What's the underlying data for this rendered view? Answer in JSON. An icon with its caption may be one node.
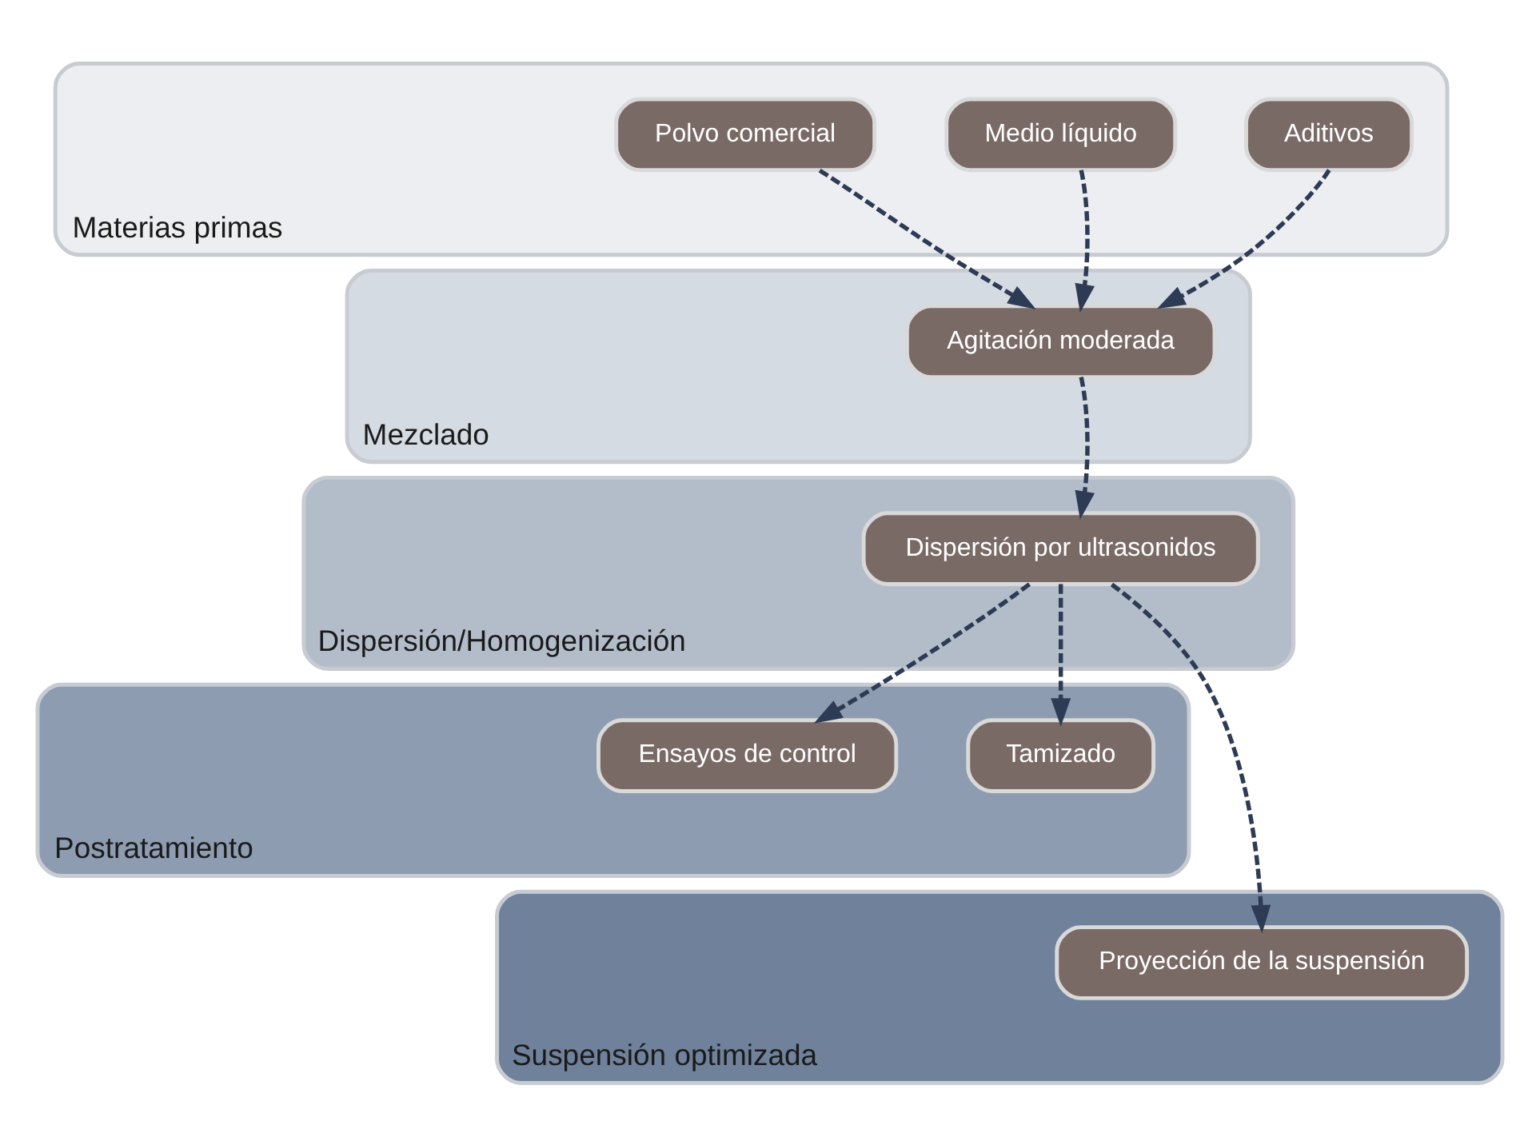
{
  "diagram": {
    "nodes": [
      {
        "text": [
          "Materias primas"
        ]
      },
      {
        "text": [
          "Polvo comercial"
        ],
        "in": 0
      },
      {
        "text": [
          "Medio líquido"
        ],
        "in": 0
      },
      {
        "text": [
          "Aditivos"
        ],
        "in": 0
      },
      {
        "text": [
          "Mezclado"
        ]
      },
      {
        "text": [
          "Agitación moderada"
        ],
        "in": 4
      },
      {
        "text": [
          "Dispersión/Homogenización"
        ]
      },
      {
        "text": [
          "Dispersión por ultrasonidos"
        ],
        "in": 6
      },
      {
        "text": [
          "Postratamiento"
        ]
      },
      {
        "text": [
          "Ensayos de control"
        ],
        "in": 8
      },
      {
        "text": [
          "Tamizado"
        ],
        "in": 8
      },
      {
        "text": [
          "Suspensión optimizada"
        ]
      },
      {
        "text": [
          "Proyección de la suspensión"
        ],
        "in": 11
      }
    ],
    "edges": [
      {
        "from": 1,
        "to": 5,
        "arrow": "to",
        "style": "dashed"
      },
      {
        "from": 2,
        "to": 5,
        "arrow": "to",
        "style": "dashed"
      },
      {
        "from": 3,
        "to": 5,
        "arrow": "to",
        "style": "dashed"
      },
      {
        "from": 5,
        "to": 7,
        "arrow": "to",
        "style": "dashed"
      },
      {
        "from": 7,
        "to": 9,
        "arrow": "to",
        "style": "dashed"
      },
      {
        "from": 7,
        "to": 10,
        "arrow": "to",
        "style": "dashed"
      },
      {
        "from": 7,
        "to": 12,
        "arrow": "to",
        "style": "dashed"
      }
    ]
  }
}
